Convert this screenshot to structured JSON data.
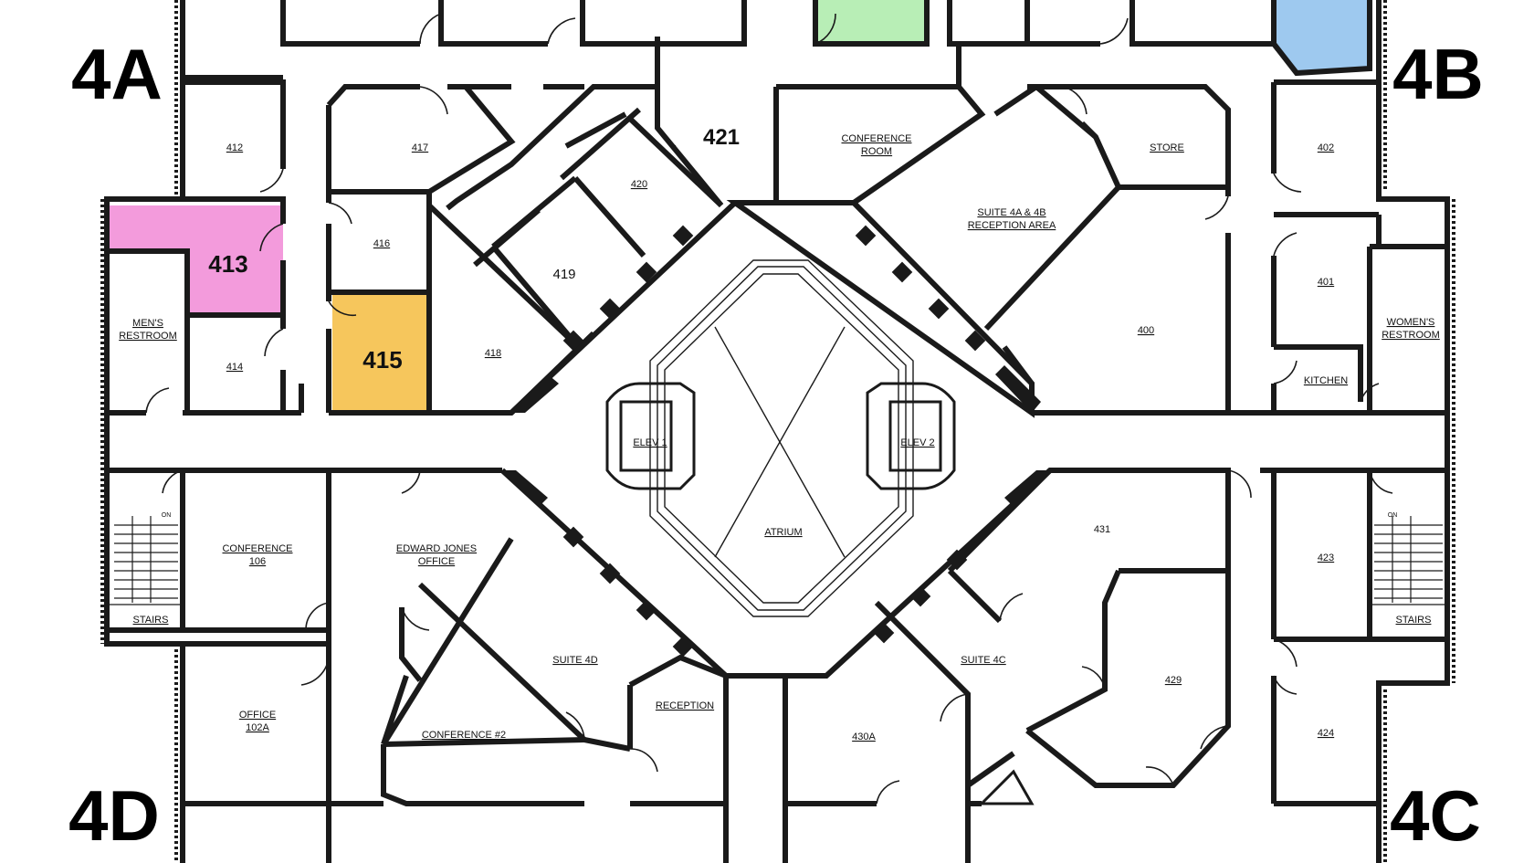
{
  "colors": {
    "room_413": "#f39bdc",
    "room_415": "#f6c65c",
    "room_top_green": "#b8eeb6",
    "room_top_blue": "#9ec9ef",
    "wall": "#1a1a1a",
    "background": "#ffffff"
  },
  "quadrants": {
    "q4a": "4A",
    "q4b": "4B",
    "q4c": "4C",
    "q4d": "4D"
  },
  "rooms": {
    "r412": "412",
    "r413": "413",
    "r414": "414",
    "r415": "415",
    "r416": "416",
    "r417": "417",
    "r418": "418",
    "r419": "419",
    "r420": "420",
    "r421": "421",
    "r400": "400",
    "r401": "401",
    "r402": "402",
    "r423": "423",
    "r424": "424",
    "r429": "429",
    "r430a": "430A",
    "r431": "431",
    "conference_room": [
      "CONFERENCE",
      "ROOM"
    ],
    "store": "STORE",
    "suite_4a_4b": [
      "SUITE 4A & 4B",
      "RECEPTION AREA"
    ],
    "mens_restroom": [
      "MEN'S",
      "RESTROOM"
    ],
    "womens_restroom": [
      "WOMEN'S",
      "RESTROOM"
    ],
    "kitchen": "KITCHEN",
    "elev1": "ELEV 1",
    "elev2": "ELEV 2",
    "atrium": "ATRIUM",
    "stairs_left": "STAIRS",
    "stairs_right": "STAIRS",
    "conference_106": [
      "CONFERENCE",
      "106"
    ],
    "edward_jones": [
      "EDWARD JONES",
      "OFFICE"
    ],
    "suite_4d": "SUITE 4D",
    "suite_4c": "SUITE 4C",
    "reception": "RECEPTION",
    "conference_2": "CONFERENCE #2",
    "office_102a": [
      "OFFICE",
      "102A"
    ],
    "stair_up_left": "ON",
    "stair_up_right": "ON"
  }
}
